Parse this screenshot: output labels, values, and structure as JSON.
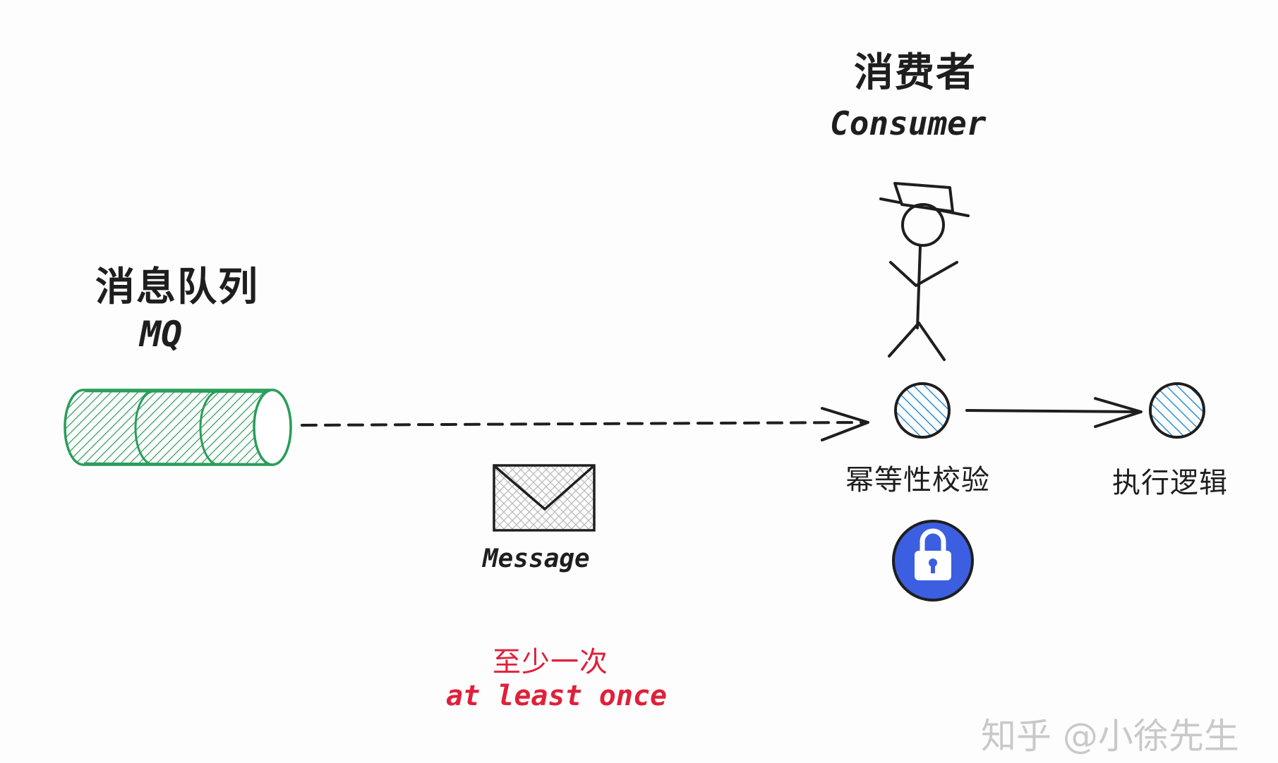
{
  "mq": {
    "title_cn": "消息队列",
    "title_en": "MQ"
  },
  "consumer": {
    "title_cn": "消费者",
    "title_en": "Consumer"
  },
  "message": {
    "label": "Message"
  },
  "steps": {
    "idempotency_check": "幂等性校验",
    "execute_logic": "执行逻辑"
  },
  "guarantee": {
    "cn": "至少一次",
    "en": "at least once"
  },
  "watermark": {
    "text": "知乎 @小徐先生"
  },
  "icons": {
    "queue": "queue-cylinder-icon",
    "envelope": "envelope-icon",
    "person": "stick-figure-icon",
    "lock": "lock-icon"
  },
  "colors": {
    "queue": "#2a9d5a",
    "node_hatch": "#2b8fd8",
    "lock_bg": "#3b5fe0",
    "accent_red": "#e0203a",
    "ink": "#1e1e1e"
  }
}
